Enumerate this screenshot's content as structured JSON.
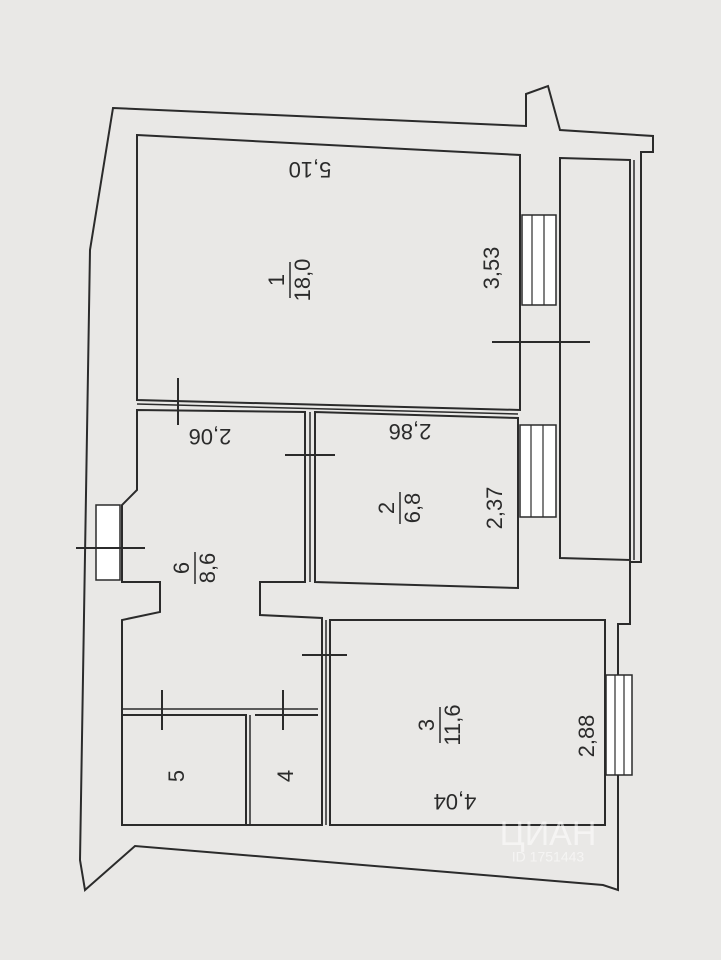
{
  "rooms": [
    {
      "number": "1",
      "area": "18,0"
    },
    {
      "number": "2",
      "area": "6,8"
    },
    {
      "number": "3",
      "area": "11,6"
    },
    {
      "number": "4"
    },
    {
      "number": "5"
    },
    {
      "number": "6",
      "area": "8,6"
    }
  ],
  "dimensions": {
    "room1_length": "5,10",
    "room1_width": "3,53",
    "room2_length": "2,86",
    "room2_width": "2,37",
    "room3_length": "4,04",
    "room3_width": "2,88",
    "hall_length": "2,06"
  },
  "watermark": {
    "brand": "ЦИАН",
    "id": "ID 1751443"
  },
  "colors": {
    "paper": "#e9e8e6",
    "ink": "#2b2b2b",
    "wall_fill": "#ffffff"
  }
}
